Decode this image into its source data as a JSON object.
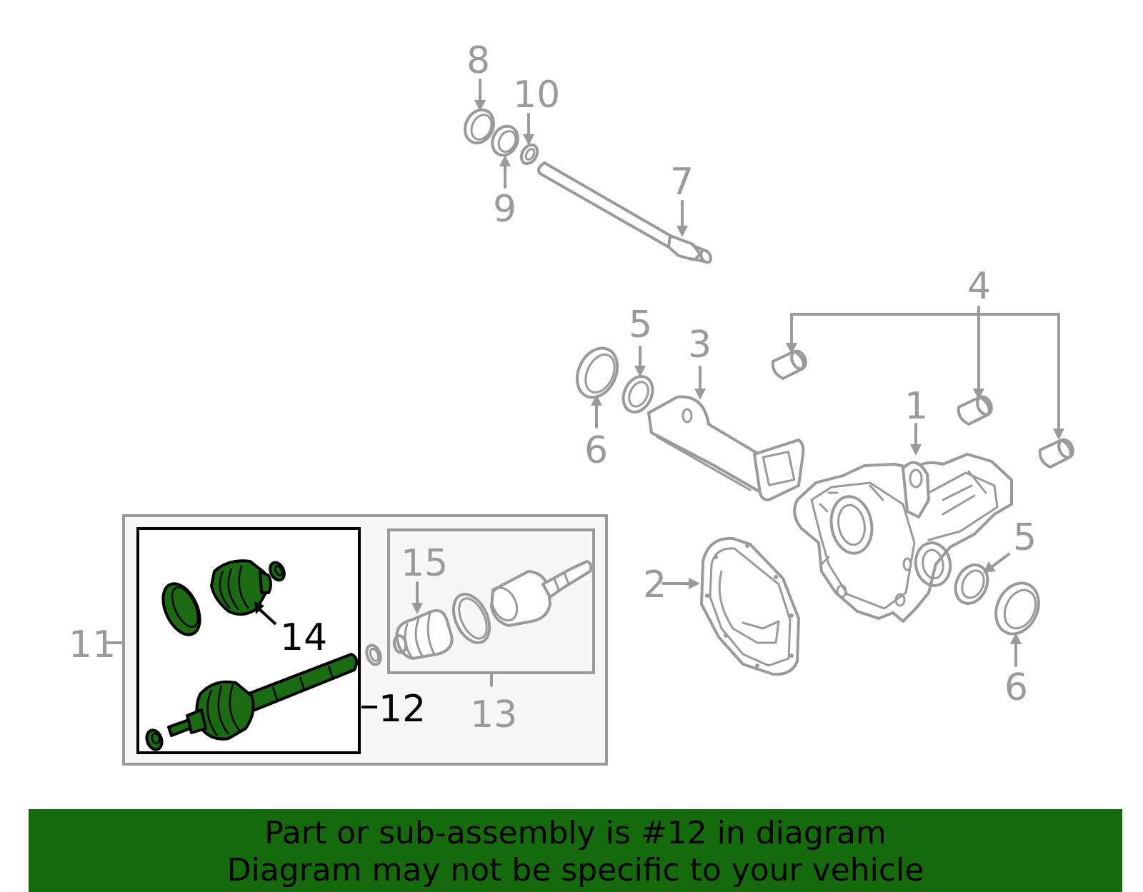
{
  "callouts": {
    "c1": "1",
    "c2": "2",
    "c3": "3",
    "c4": "4",
    "c5a": "5",
    "c5b": "5",
    "c6a": "6",
    "c6b": "6",
    "c7": "7",
    "c8": "8",
    "c9": "9",
    "c10": "10",
    "c11": "11",
    "c12": "12",
    "c13": "13",
    "c14": "14",
    "c15": "15"
  },
  "highlight_part": "12",
  "colors": {
    "highlight_fill": "#1b6b12",
    "banner_bg": "#156a0c",
    "line_grey": "#9a9a9a"
  },
  "banner": {
    "line1": "Part or sub-assembly is #12 in diagram",
    "line2": "Diagram may not be specific to your vehicle"
  }
}
